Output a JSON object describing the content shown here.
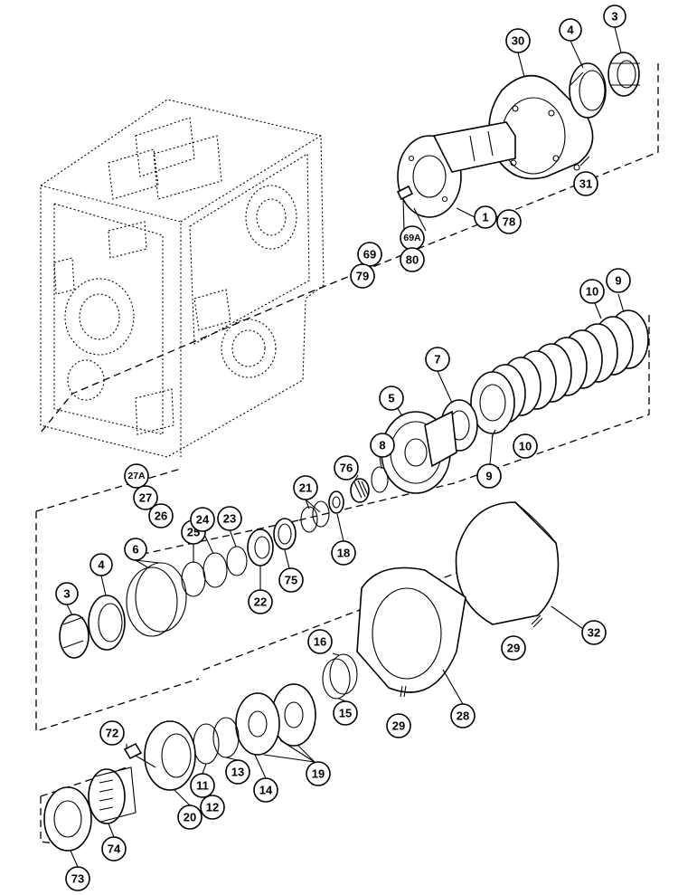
{
  "labels": [
    {
      "id": "30",
      "text": "30"
    },
    {
      "id": "4a",
      "text": "4"
    },
    {
      "id": "3a",
      "text": "3"
    },
    {
      "id": "31",
      "text": "31"
    },
    {
      "id": "1",
      "text": "1"
    },
    {
      "id": "78",
      "text": "78"
    },
    {
      "id": "69",
      "text": "69"
    },
    {
      "id": "79",
      "text": "79"
    },
    {
      "id": "69A",
      "text": "69A"
    },
    {
      "id": "80",
      "text": "80"
    },
    {
      "id": "10a",
      "text": "10"
    },
    {
      "id": "9a",
      "text": "9"
    },
    {
      "id": "7",
      "text": "7"
    },
    {
      "id": "5",
      "text": "5"
    },
    {
      "id": "10b",
      "text": "10"
    },
    {
      "id": "9b",
      "text": "9"
    },
    {
      "id": "8",
      "text": "8"
    },
    {
      "id": "76",
      "text": "76"
    },
    {
      "id": "27A",
      "text": "27A"
    },
    {
      "id": "27",
      "text": "27"
    },
    {
      "id": "26",
      "text": "26"
    },
    {
      "id": "25",
      "text": "25"
    },
    {
      "id": "24",
      "text": "24"
    },
    {
      "id": "23",
      "text": "23"
    },
    {
      "id": "21",
      "text": "21"
    },
    {
      "id": "18",
      "text": "18"
    },
    {
      "id": "6",
      "text": "6"
    },
    {
      "id": "4b",
      "text": "4"
    },
    {
      "id": "3b",
      "text": "3"
    },
    {
      "id": "22",
      "text": "22"
    },
    {
      "id": "75",
      "text": "75"
    },
    {
      "id": "32",
      "text": "32"
    },
    {
      "id": "29a",
      "text": "29"
    },
    {
      "id": "16",
      "text": "16"
    },
    {
      "id": "15",
      "text": "15"
    },
    {
      "id": "29b",
      "text": "29"
    },
    {
      "id": "28",
      "text": "28"
    },
    {
      "id": "19",
      "text": "19"
    },
    {
      "id": "14",
      "text": "14"
    },
    {
      "id": "13",
      "text": "13"
    },
    {
      "id": "11",
      "text": "11"
    },
    {
      "id": "12",
      "text": "12"
    },
    {
      "id": "20",
      "text": "20"
    },
    {
      "id": "72",
      "text": "72"
    },
    {
      "id": "74",
      "text": "74"
    },
    {
      "id": "73",
      "text": "73"
    }
  ]
}
